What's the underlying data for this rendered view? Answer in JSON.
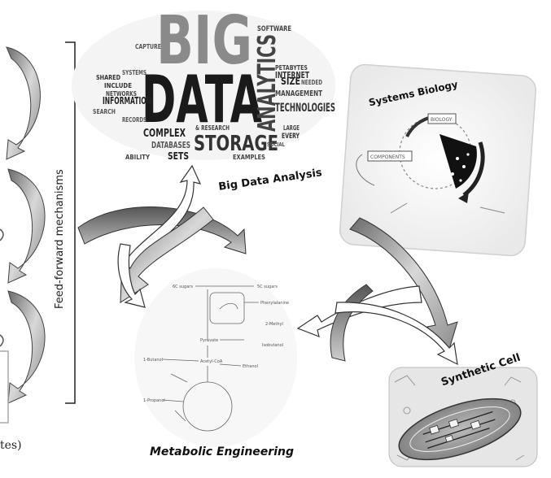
{
  "left_column": {
    "bracket_label": "Feed-forward mechanisms",
    "bottom_fragment": "tes)"
  },
  "word_cloud": {
    "big": "BIG",
    "data": "DATA",
    "analytics": "ANALYTICS",
    "storage": "STORAGE",
    "technologies": "TECHNOLOGIES",
    "information": "INFORMATION",
    "complex": "COMPLEX",
    "management": "MANAGEMENT",
    "databases": "DATABASES",
    "internet": "INTERNET",
    "software": "SOFTWARE",
    "size": "SIZE",
    "needed": "NEEDED",
    "sets": "SETS",
    "examples": "EXAMPLES",
    "every": "EVERY",
    "large": "LARGE",
    "social": "SOCIAL",
    "research": "& RESEARCH",
    "networks": "NETWORKS",
    "include": "INCLUDE",
    "shared": "SHARED",
    "search": "SEARCH",
    "ability": "ABILITY",
    "records": "RECORDS",
    "systems": "SYSTEMS",
    "petabytes": "PETABYTES",
    "capture": "CAPTURE"
  },
  "labels": {
    "big_data_analysis": "Big Data Analysis",
    "systems_biology": "Systems Biology",
    "synthetic_cell": "Synthetic Cell",
    "metabolic_engineering": "Metabolic Engineering"
  },
  "pathway": {
    "c6_sugars": "6C sugars",
    "c5_sugars": "5C sugars",
    "phenylalanine": "Phenylalanine",
    "pyruvate": "Pyruvate",
    "acetyl_coa": "Acetyl-CoA",
    "ethanol": "Ethanol",
    "butanol": "1-Butanol",
    "propanol": "1-Propanol",
    "isobutanol": "Isobutanol",
    "methyl": "2-Methyl"
  },
  "systems_diagram": {
    "component_label": "COMPONENTS",
    "top_label": "BIOLOGY"
  }
}
